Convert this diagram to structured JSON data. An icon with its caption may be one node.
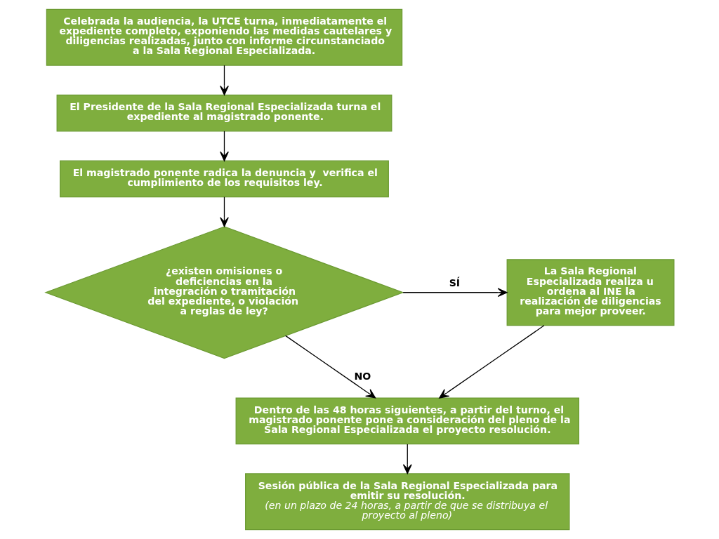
{
  "diagram": {
    "nodes": [
      {
        "text": [
          "Celebrada la audiencia, la UTCE turna, inmediatamente el expediente completo, exponiendo las medidas cautelares y diligencias realizadas, junto con informe circunstanciado a la Sala Regional Especializada."
        ]
      },
      {
        "text": [
          "El Presidente de la Sala Regional Especializada turna el expediente al magistrado ponente."
        ]
      },
      {
        "text": [
          "El magistrado ponente radica la denuncia y  verifica el cumplimiento de los requisitos ley."
        ]
      },
      {
        "text": [
          "¿existen omisiones o deficiencias en la integración o tramitación del expediente, o violación  a reglas de ley?"
        ]
      },
      {
        "text": [
          "La Sala Regional Especializada realiza u ordena al INE la realización de diligencias para mejor proveer."
        ]
      },
      {
        "text": [
          "Dentro de las 48 horas siguientes, a partir del turno, el magistrado ponente pone a consideración del pleno de la Sala Regional Especializada el proyecto resolución."
        ]
      },
      {
        "text": [
          "Sesión pública de la Sala Regional Especializada para emitir su resolución.",
          "(en un plazo de 24 horas, a partir de que se distribuya el proyecto al pleno)"
        ]
      }
    ],
    "edges": [
      {
        "from": 0,
        "to": 1,
        "arrow": "to"
      },
      {
        "from": 1,
        "to": 2,
        "arrow": "to"
      },
      {
        "from": 2,
        "to": 3,
        "arrow": "to"
      },
      {
        "from": 3,
        "to": 4,
        "arrow": "to",
        "label": "SÍ"
      },
      {
        "from": 3,
        "to": 5,
        "arrow": "to",
        "label": "NO"
      },
      {
        "from": 4,
        "to": 5,
        "arrow": "to"
      },
      {
        "from": 5,
        "to": 6,
        "arrow": "to"
      }
    ]
  }
}
